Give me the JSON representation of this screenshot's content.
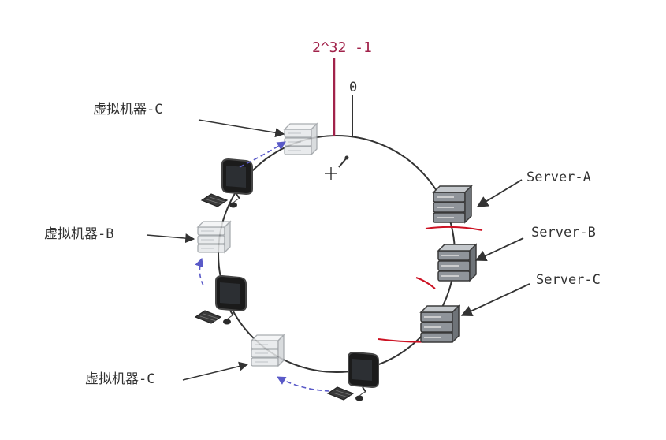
{
  "ring": {
    "max_label": "2^32 -1",
    "zero_label": "0"
  },
  "servers": [
    {
      "label": "Server-A"
    },
    {
      "label": "Server-B"
    },
    {
      "label": "Server-C"
    }
  ],
  "virtual_nodes": [
    {
      "label": "虚拟机器-C"
    },
    {
      "label": "虚拟机器-B"
    },
    {
      "label": "虚拟机器-C"
    }
  ],
  "colors": {
    "ring": "#333333",
    "marker": "#a1224a",
    "cut_line": "#cc1122",
    "dashed_arrow": "#5a5ac8",
    "text": "#333333"
  },
  "icons": {
    "server": "server-stack-icon",
    "virtual_server": "virtual-server-icon",
    "client": "computer-monitor-icon",
    "cursor": "crosshair-cursor-icon"
  }
}
